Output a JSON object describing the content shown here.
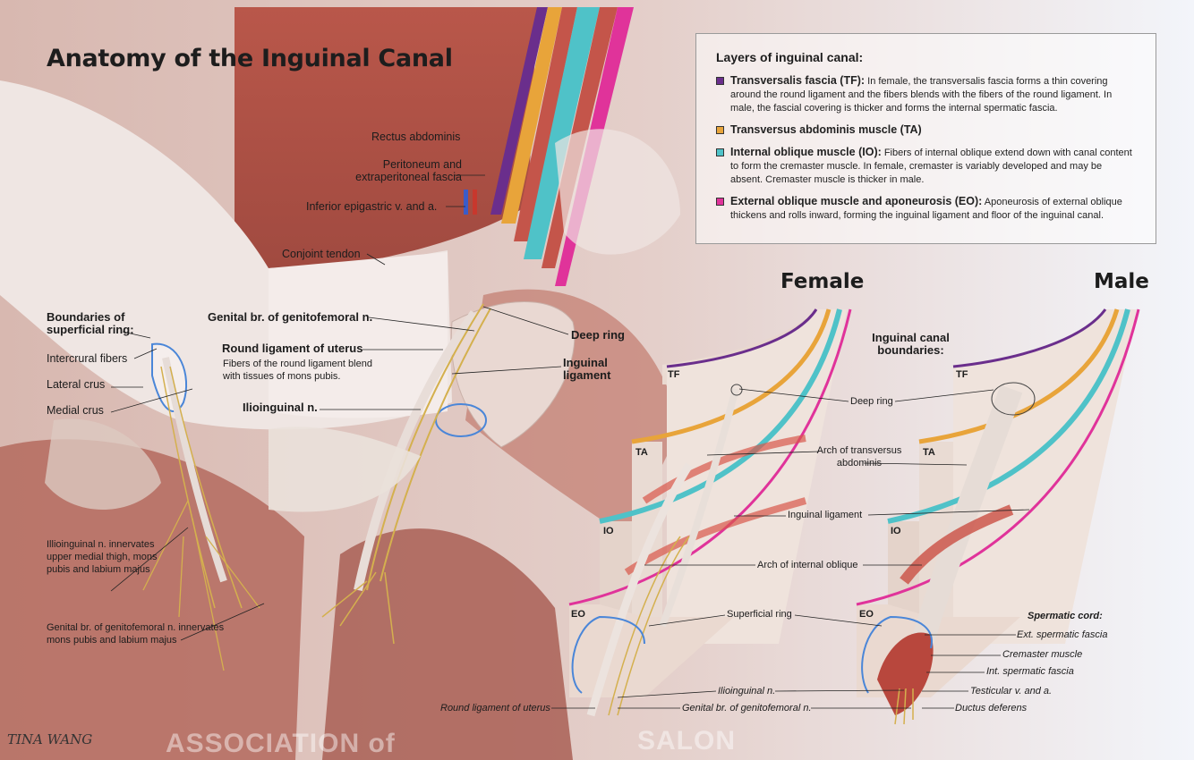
{
  "title": "Anatomy of the Inguinal Canal",
  "legend": {
    "heading": "Layers of inguinal canal:",
    "items": [
      {
        "name": "Transversalis fascia (TF):",
        "desc": " In female, the transversalis fascia forms a thin covering around the round ligament and the fibers blends with the fibers of the round ligament. In male, the fascial covering is thicker and forms the internal spermatic fascia.",
        "color": "#6a2e8c"
      },
      {
        "name": "Transversus abdominis muscle (TA)",
        "desc": "",
        "color": "#e8a43a"
      },
      {
        "name": "Internal oblique muscle (IO):",
        "desc": " Fibers of internal oblique extend down with canal content to form the cremaster muscle. In female, cremaster is variably developed and may be absent.  Cremaster muscle is thicker in male.",
        "color": "#4fc2c8"
      },
      {
        "name": "External oblique muscle and aponeurosis (EO):",
        "desc": " Aponeurosis of external oblique thickens and rolls inward, forming the inguinal ligament and floor of the inguinal canal.",
        "color": "#e0339a"
      }
    ]
  },
  "left_labels": {
    "rectus": "Rectus abdominis",
    "peritoneum": "Peritoneum and extraperitoneal fascia",
    "epigastric": "Inferior epigastric v. and a.",
    "conjoint": "Conjoint tendon",
    "boundaries": "Boundaries of superficial ring:",
    "intercrural": "Intercrural fibers",
    "lateral_crus": "Lateral crus",
    "medial_crus": "Medial crus",
    "genital_br": "Genital br. of genitofemoral n.",
    "round_lig": "Round ligament of uterus",
    "round_lig_note": "Fibers of the round ligament blend with tissues of mons pubis.",
    "ilioinguinal": "Ilioinguinal n.",
    "deep_ring": "Deep ring",
    "inguinal_lig": "Inguinal ligament",
    "illio_note": "Illioinguinal n. innervates upper medial thigh, mons pubis and labium majus",
    "genital_note": "Genital br. of genitofemoral n. innervates mons pubis and labium majus"
  },
  "right_panel": {
    "female": "Female",
    "male": "Male",
    "boundaries": "Inguinal canal boundaries:",
    "tf": "TF",
    "ta": "TA",
    "io": "IO",
    "eo": "EO",
    "deep_ring": "Deep ring",
    "arch_ta": "Arch of transversus abdominis",
    "inguinal_lig": "Inguinal ligament",
    "arch_io": "Arch of internal oblique",
    "superficial_ring": "Superficial ring",
    "ilioinguinal": "Ilioinguinal n.",
    "round_lig": "Round ligament of uterus",
    "genital_br": "Genital br. of genitofemoral n.",
    "spermatic_cord": "Spermatic cord:",
    "ext_fascia": "Ext. spermatic fascia",
    "cremaster": "Cremaster muscle",
    "int_fascia": "Int. spermatic fascia",
    "testicular": "Testicular v. and a.",
    "ductus": "Ductus deferens"
  },
  "footer": {
    "signature": "TINA WANG",
    "watermark_left": "ASSOCIATION of",
    "watermark_right": "SALON"
  }
}
